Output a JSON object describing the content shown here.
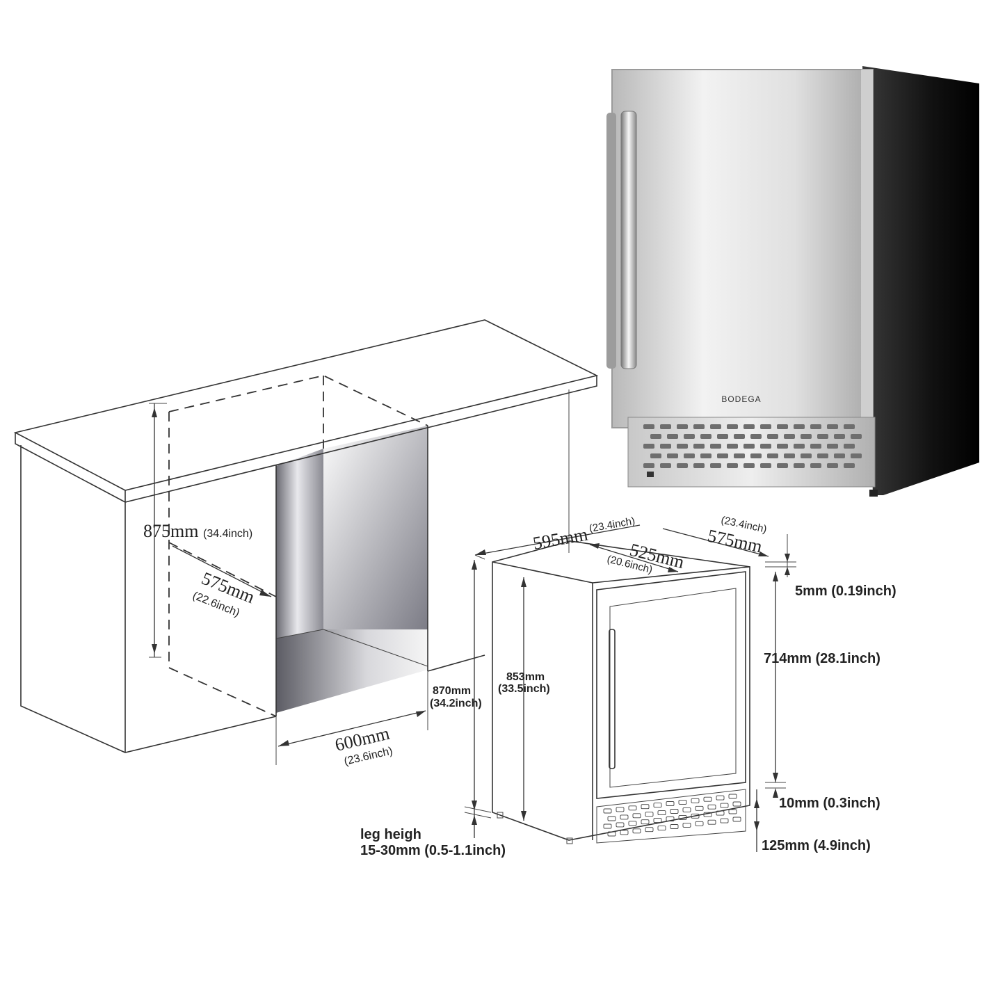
{
  "product": {
    "brand_logo": "BODEGA",
    "colors": {
      "steel_light": "#e6e6e6",
      "steel_dark": "#8a8a8a",
      "body_dark": "#1a1a1a"
    }
  },
  "cabinet_cutout": {
    "height_mm": "875mm",
    "height_inch": "(34.4inch)",
    "depth_mm": "575mm",
    "depth_inch": "(22.6inch)",
    "width_mm": "600mm",
    "width_inch": "(23.6inch)"
  },
  "unit_dimensions": {
    "width_mm": "595mm",
    "width_inch": "(23.4inch)",
    "depth_total_inch": "(23.4inch)",
    "depth_total_mm": "575mm",
    "depth_body_mm": "525mm",
    "depth_body_inch": "(20.6inch)",
    "total_height_mm": "870mm",
    "total_height_inch": "(34.2inch)",
    "body_height_mm": "853mm",
    "body_height_inch": "(33.5inch)",
    "top_gap": "5mm (0.19inch)",
    "door_height": "714mm (28.1inch)",
    "door_gap": "10mm (0.3inch)",
    "kick_height": "125mm (4.9inch)",
    "leg_label": "leg heigh",
    "leg_range": "15-30mm (0.5-1.1inch)"
  }
}
